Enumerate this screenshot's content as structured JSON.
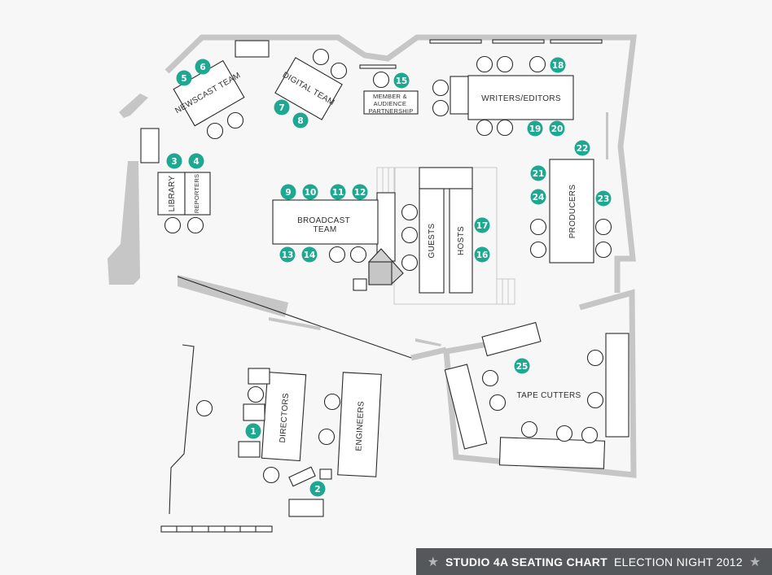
{
  "footer": {
    "title_bold": "STUDIO 4A SEATING CHART",
    "title_light": "ELECTION NIGHT 2012",
    "star_icon": "star-icon"
  },
  "areas": {
    "newscast": "NEWSCAST TEAM",
    "digital": "DIGITAL TEAM",
    "member_1": "MEMBER &",
    "member_2": "AUDIENCE",
    "member_3": "PARTNERSHIP",
    "writers": "WRITERS/EDITORS",
    "library": "LIBRARY",
    "reporters": "REPORTERS",
    "broadcast_1": "BROADCAST",
    "broadcast_2": "TEAM",
    "guests": "GUESTS",
    "hosts": "HOSTS",
    "producers": "PRODUCERS",
    "tape_cutters": "TAPE CUTTERS",
    "directors": "DIRECTORS",
    "engineers": "ENGINEERS"
  },
  "seats": [
    "1",
    "2",
    "3",
    "4",
    "5",
    "6",
    "7",
    "8",
    "9",
    "10",
    "11",
    "12",
    "13",
    "14",
    "15",
    "16",
    "17",
    "18",
    "19",
    "20",
    "21",
    "22",
    "23",
    "24",
    "25"
  ],
  "colors": {
    "badge": "#1ea892",
    "wall": "#c6c6c6",
    "footer": "#54585b"
  }
}
